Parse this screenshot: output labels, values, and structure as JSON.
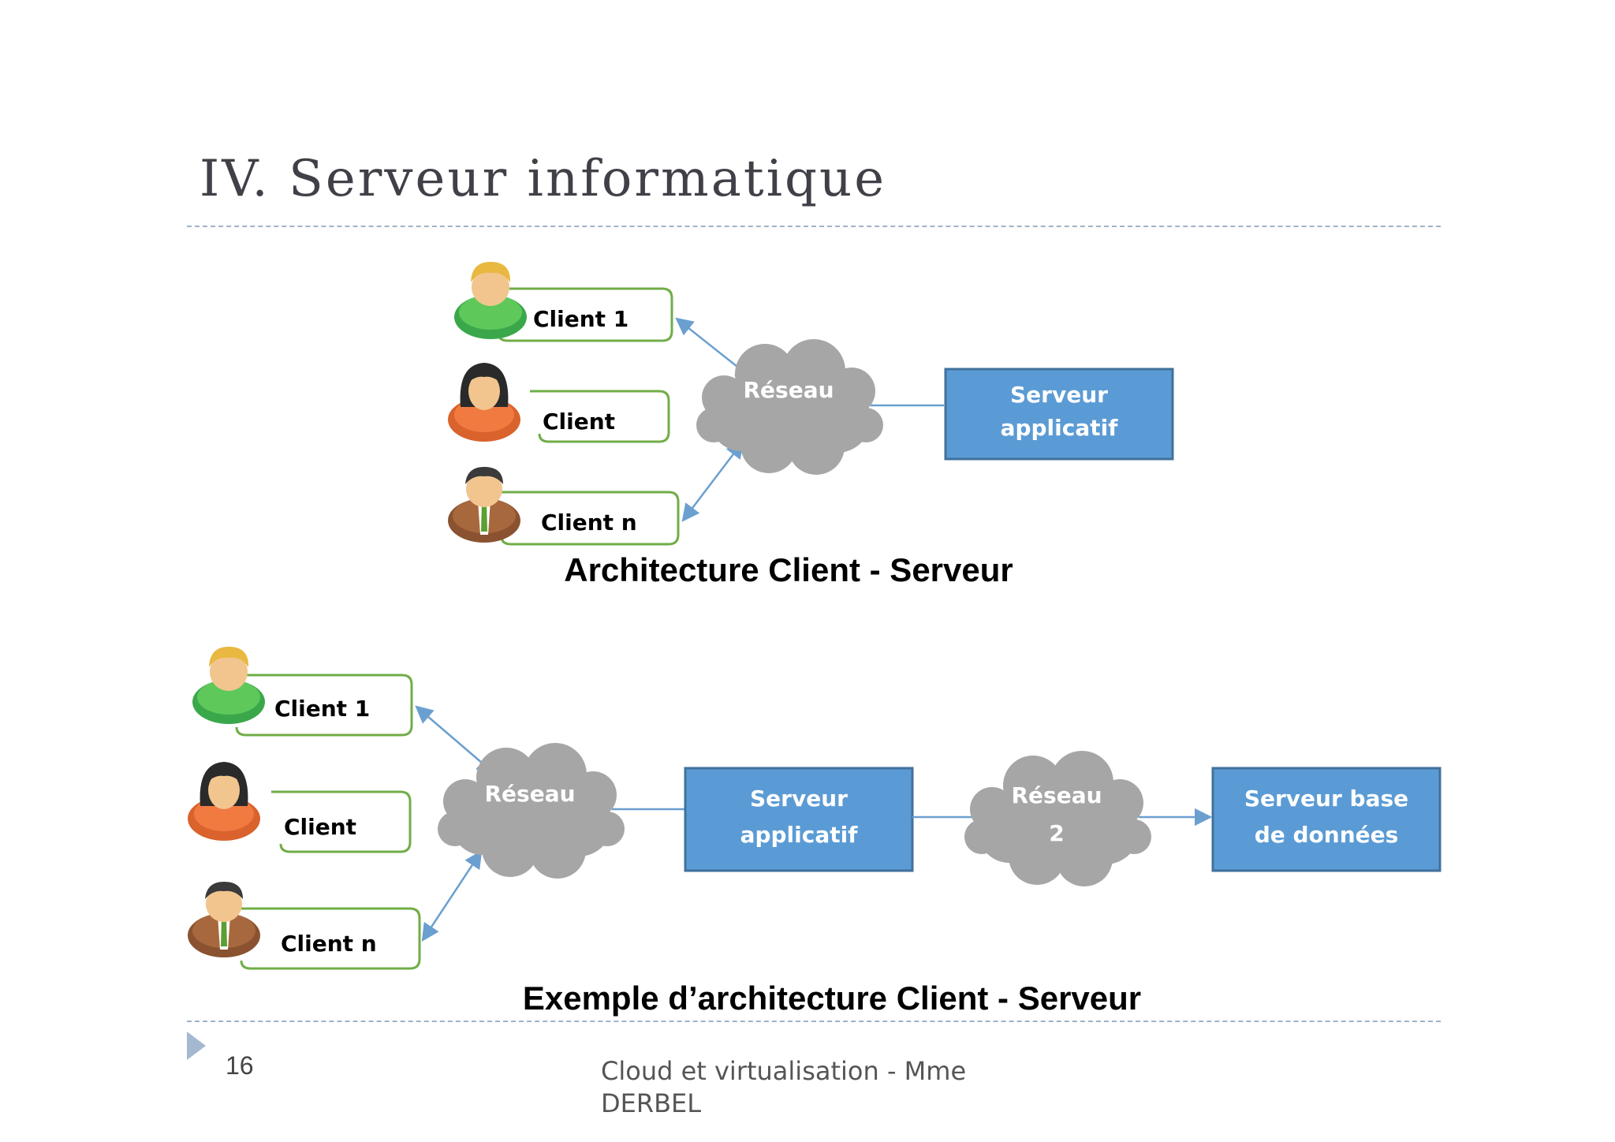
{
  "slide": {
    "title": "IV. Serveur informatique",
    "page_number": "16",
    "footer": "Cloud et virtualisation - Mme DERBEL"
  },
  "diagram1": {
    "caption": "Architecture Client - Serveur",
    "clients": [
      {
        "label": "Client 1",
        "avatar": "user-male-green-icon"
      },
      {
        "label": "Client",
        "avatar": "user-female-icon"
      },
      {
        "label": "Client n",
        "avatar": "user-businessman-icon"
      }
    ],
    "network": "Réseau",
    "server": [
      "Serveur",
      "applicatif"
    ]
  },
  "diagram2": {
    "caption": "Exemple d’architecture Client - Serveur",
    "clients": [
      {
        "label": "Client 1",
        "avatar": "user-male-green-icon"
      },
      {
        "label": "Client",
        "avatar": "user-female-icon"
      },
      {
        "label": "Client n",
        "avatar": "user-businessman-icon"
      }
    ],
    "network1": "Réseau",
    "server_app": [
      "Serveur",
      "applicatif"
    ],
    "network2": [
      "Réseau",
      "2"
    ],
    "server_db": [
      "Serveur base",
      "de données"
    ]
  },
  "colors": {
    "server_fill": "#5b9bd5",
    "server_border": "#41719c",
    "cloud": "#a6a6a6",
    "client_border": "#70ad47",
    "arrow": "#6b9fd0"
  }
}
